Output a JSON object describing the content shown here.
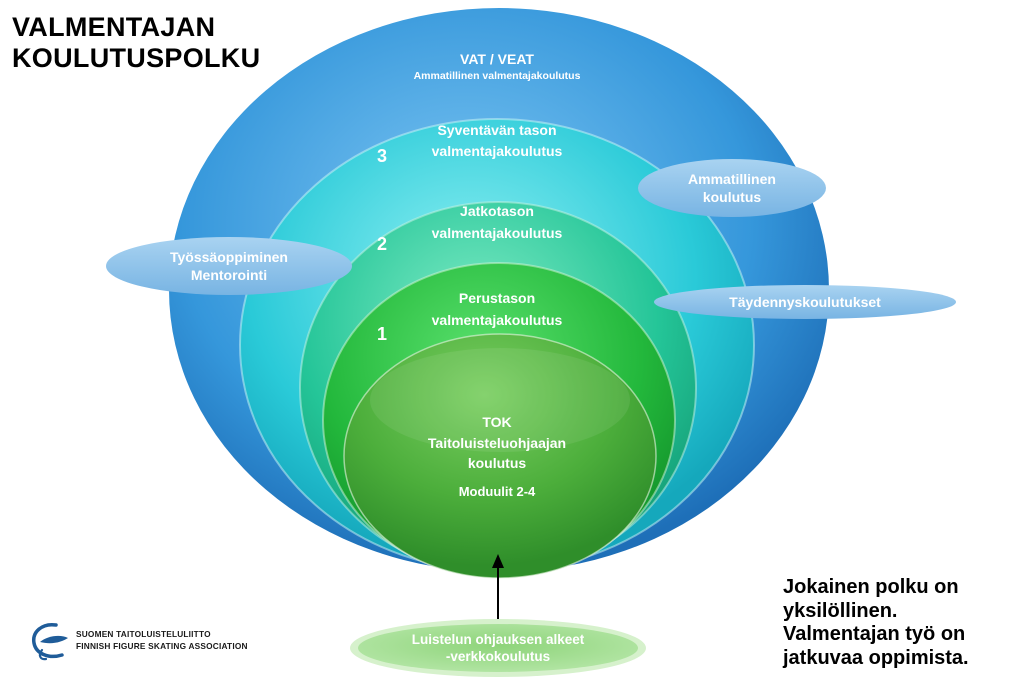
{
  "title": {
    "line1": "VALMENTAJAN",
    "line2": "KOULUTUSPOLKU"
  },
  "rings": {
    "vat": {
      "title": "VAT / VEAT",
      "subtitle": "Ammatillinen valmentajakoulutus"
    },
    "level3": {
      "number": "3",
      "line1": "Syventävän tason",
      "line2": "valmentajakoulutus"
    },
    "level2": {
      "number": "2",
      "line1": "Jatkotason",
      "line2": "valmentajakoulutus"
    },
    "level1": {
      "number": "1",
      "line1": "Perustason",
      "line2": "valmentajakoulutus"
    },
    "tok": {
      "line1": "TOK",
      "line2": "Taitoluisteluohjaajan",
      "line3": "koulutus",
      "line4": "Moduulit 2-4"
    }
  },
  "side_ovals": {
    "left": {
      "line1": "Työssäoppiminen",
      "line2": "Mentorointi"
    },
    "right_top": {
      "line1": "Ammatillinen",
      "line2": "koulutus"
    },
    "right_bottom": {
      "line1": "Täydennyskoulutukset"
    }
  },
  "entry": {
    "line1": "Luistelun ohjauksen alkeet",
    "line2": "-verkkokoulutus"
  },
  "tagline": {
    "line1": "Jokainen polku on",
    "line2": "yksilöllinen.",
    "line3": "Valmentajan työ on",
    "line4": "jatkuvaa oppimista."
  },
  "logo": {
    "line1": "SUOMEN TAITOLUISTELULIITTO",
    "line2": "FINNISH FIGURE SKATING ASSOCIATION"
  },
  "colors": {
    "outer_blue": "#2E8FD6",
    "cyan": "#27C9D6",
    "teal": "#26C79B",
    "green": "#2DB53E",
    "inner_green": "#4FAE3E",
    "oval_blue": "#8EC3EA",
    "entry_green": "#A6DD96",
    "logo_blue": "#1F5C99"
  }
}
